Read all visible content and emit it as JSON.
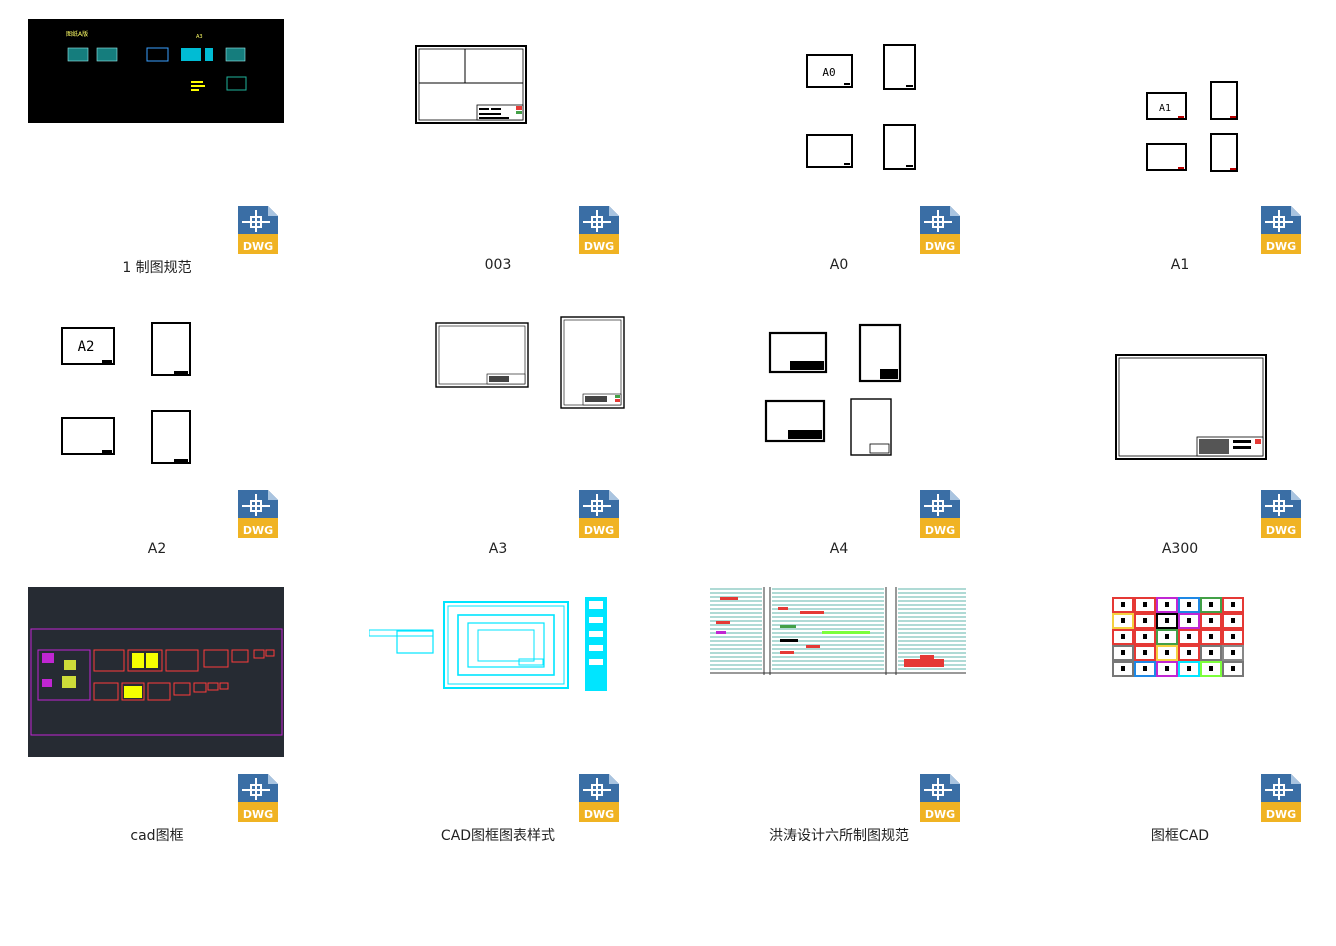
{
  "files": [
    {
      "name": "1 制图规范",
      "thumb": "layout-black-multi"
    },
    {
      "name": "003",
      "thumb": "single-frame-titleblock"
    },
    {
      "name": "A0",
      "thumb": "four-frames-a0"
    },
    {
      "name": "A1",
      "thumb": "four-frames-a1"
    },
    {
      "name": "A2",
      "thumb": "four-frames-a2"
    },
    {
      "name": "A3",
      "thumb": "two-frames-landscape-portrait"
    },
    {
      "name": "A4",
      "thumb": "four-frames-titleblocks"
    },
    {
      "name": "A300",
      "thumb": "single-large-frame"
    },
    {
      "name": "cad图框",
      "thumb": "dark-layout-red-frames"
    },
    {
      "name": "CAD图框图表样式",
      "thumb": "cyan-frames"
    },
    {
      "name": "洪涛设计六所制图规范",
      "thumb": "table-sheets"
    },
    {
      "name": "图框CAD",
      "thumb": "colored-frame-grid"
    }
  ],
  "file_icon": {
    "name": "dwg-file-icon",
    "label": "DWG",
    "colors": {
      "top": "#3a6ea5",
      "bottom": "#f0b323"
    }
  },
  "thumbnail_labels": {
    "a0_label": "A0",
    "a1_label": "A1",
    "a2_label": "A2",
    "black_header": "图纸A版",
    "black_small": "A3"
  }
}
